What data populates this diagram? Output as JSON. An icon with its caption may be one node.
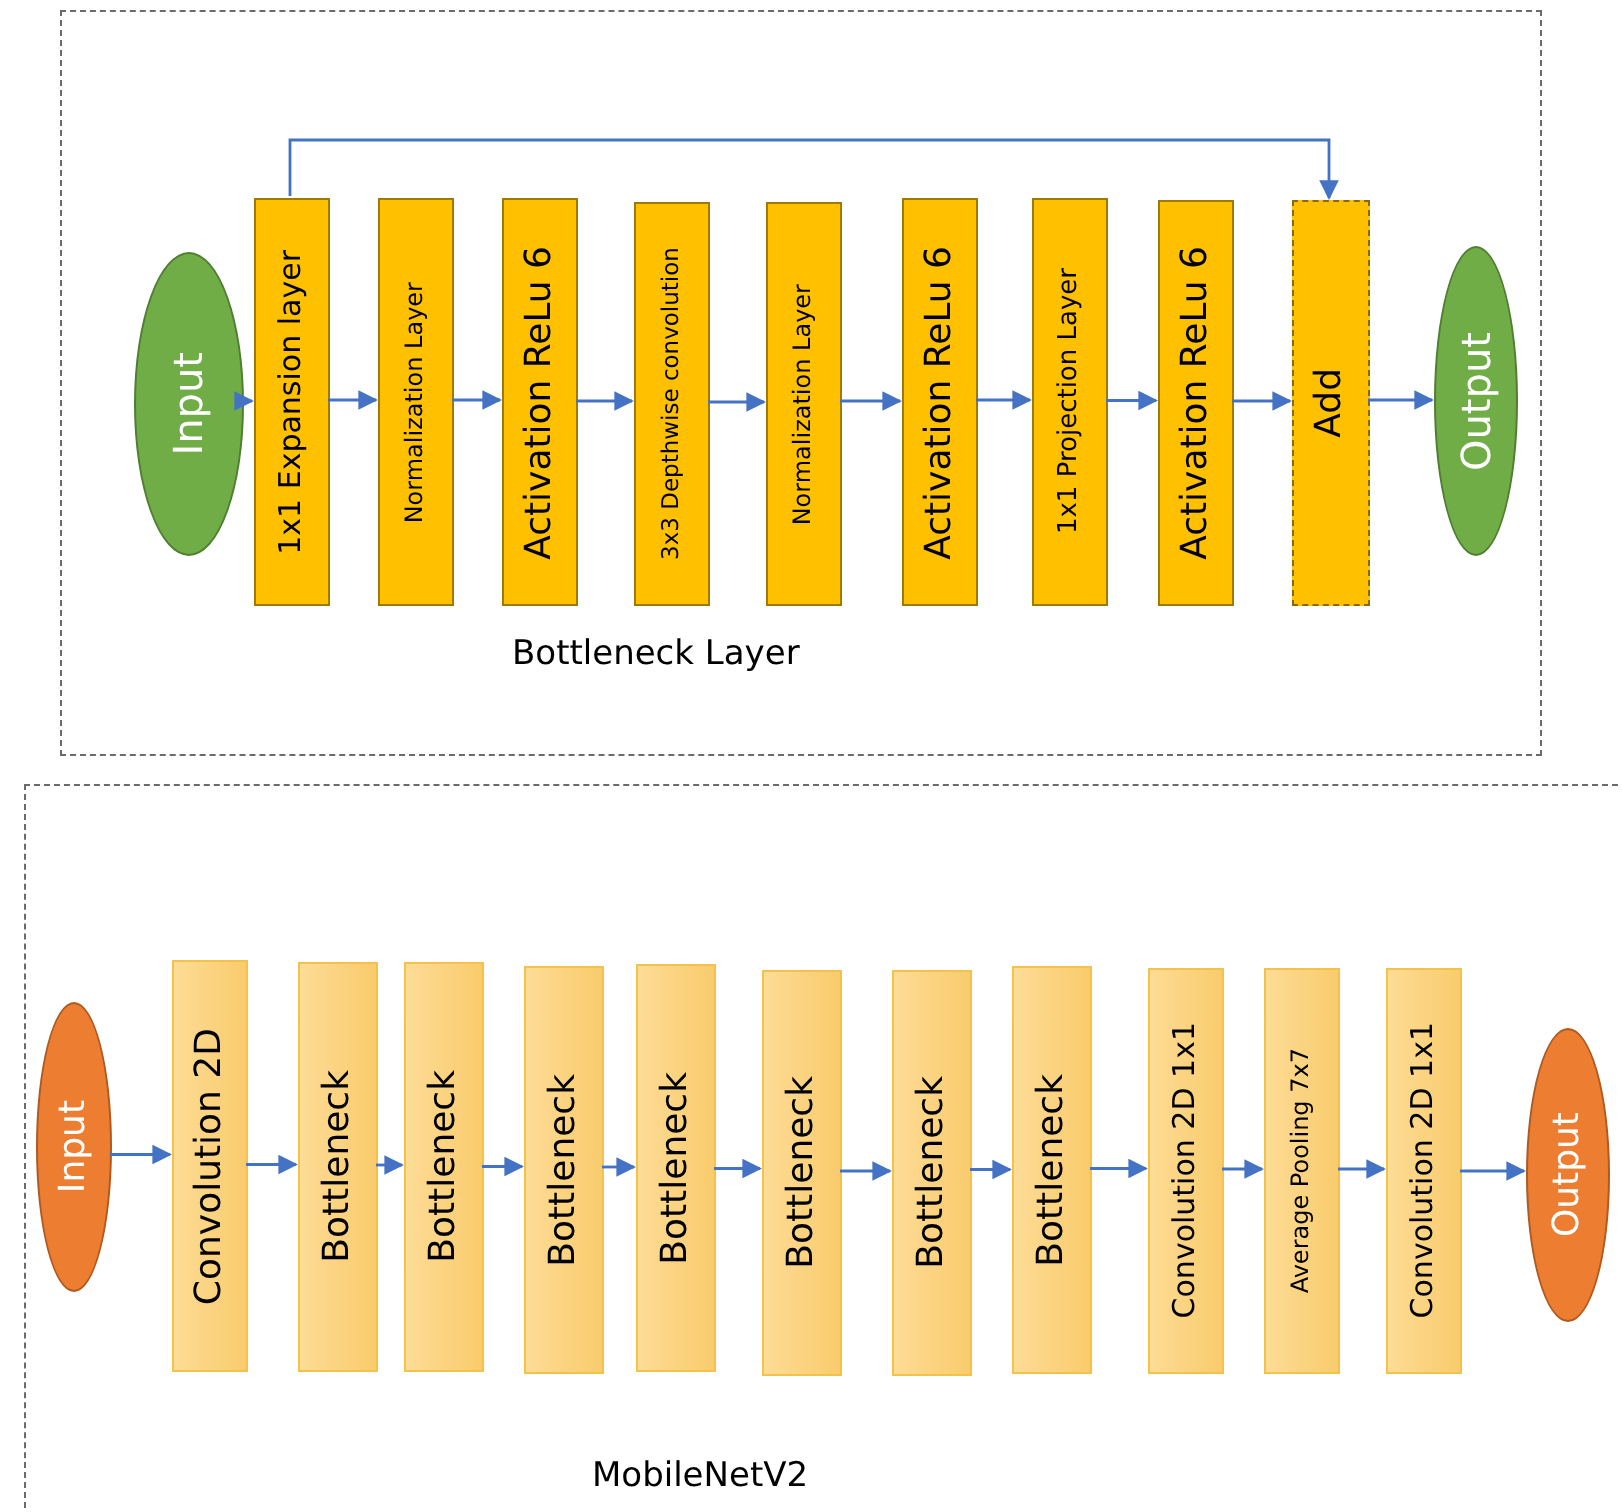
{
  "diagram": {
    "nodes": [
      {
        "text": [
          "Bottleneck Layer"
        ]
      },
      {
        "text": [
          "Input"
        ],
        "in": 0
      },
      {
        "text": [
          "1x1 Expansion layer"
        ],
        "in": 0
      },
      {
        "text": [
          "Normalization Layer"
        ],
        "in": 0
      },
      {
        "text": [
          "Activation ReLu 6"
        ],
        "in": 0
      },
      {
        "text": [
          "3x3 Depthwise convolution"
        ],
        "in": 0
      },
      {
        "text": [
          "Normalization Layer"
        ],
        "in": 0
      },
      {
        "text": [
          "Activation ReLu 6"
        ],
        "in": 0
      },
      {
        "text": [
          "1x1 Projection Layer"
        ],
        "in": 0
      },
      {
        "text": [
          "Activation ReLu 6"
        ],
        "in": 0
      },
      {
        "text": [
          "Add"
        ],
        "in": 0
      },
      {
        "text": [
          "Output"
        ],
        "in": 0
      },
      {
        "text": [
          "MobileNetV2"
        ]
      },
      {
        "text": [
          "Input"
        ],
        "in": 12
      },
      {
        "text": [
          "Convolution 2D"
        ],
        "in": 12
      },
      {
        "text": [
          "Bottleneck"
        ],
        "in": 12
      },
      {
        "text": [
          "Bottleneck"
        ],
        "in": 12
      },
      {
        "text": [
          "Bottleneck"
        ],
        "in": 12
      },
      {
        "text": [
          "Bottleneck"
        ],
        "in": 12
      },
      {
        "text": [
          "Bottleneck"
        ],
        "in": 12
      },
      {
        "text": [
          "Bottleneck"
        ],
        "in": 12
      },
      {
        "text": [
          "Bottleneck"
        ],
        "in": 12
      },
      {
        "text": [
          "Convolution 2D 1x1"
        ],
        "in": 12
      },
      {
        "text": [
          "Average Pooling 7x7"
        ],
        "in": 12
      },
      {
        "text": [
          "Convolution 2D 1x1"
        ],
        "in": 12
      },
      {
        "text": [
          "Output"
        ],
        "in": 12
      }
    ],
    "edges": [
      {
        "from": 1,
        "to": 2,
        "arrow": "to"
      },
      {
        "from": 2,
        "to": 3,
        "arrow": "to"
      },
      {
        "from": 3,
        "to": 4,
        "arrow": "to"
      },
      {
        "from": 4,
        "to": 5,
        "arrow": "to"
      },
      {
        "from": 5,
        "to": 6,
        "arrow": "to"
      },
      {
        "from": 6,
        "to": 7,
        "arrow": "to"
      },
      {
        "from": 7,
        "to": 8,
        "arrow": "to"
      },
      {
        "from": 8,
        "to": 9,
        "arrow": "to"
      },
      {
        "from": 9,
        "to": 10,
        "arrow": "to"
      },
      {
        "from": 10,
        "to": 11,
        "arrow": "to"
      },
      {
        "from": 2,
        "to": 10,
        "arrow": "to"
      },
      {
        "from": 13,
        "to": 14,
        "arrow": "to"
      },
      {
        "from": 14,
        "to": 15,
        "arrow": "to"
      },
      {
        "from": 15,
        "to": 16,
        "arrow": "to"
      },
      {
        "from": 16,
        "to": 17,
        "arrow": "to"
      },
      {
        "from": 17,
        "to": 18,
        "arrow": "to"
      },
      {
        "from": 18,
        "to": 19,
        "arrow": "to"
      },
      {
        "from": 19,
        "to": 20,
        "arrow": "to"
      },
      {
        "from": 20,
        "to": 21,
        "arrow": "to"
      },
      {
        "from": 21,
        "to": 22,
        "arrow": "to"
      },
      {
        "from": 22,
        "to": 23,
        "arrow": "to"
      },
      {
        "from": 23,
        "to": 24,
        "arrow": "to"
      },
      {
        "from": 24,
        "to": 25,
        "arrow": "to"
      }
    ]
  }
}
